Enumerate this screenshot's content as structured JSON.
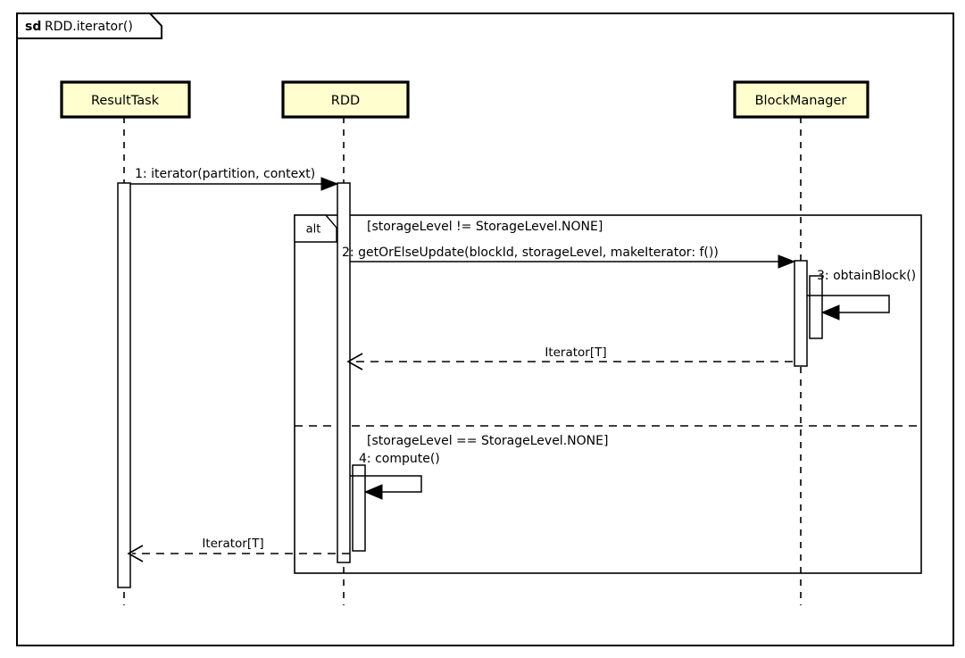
{
  "frame": {
    "keyword": "sd",
    "title": "RDD.iterator()"
  },
  "participants": [
    {
      "id": "resulttask",
      "label": "ResultTask"
    },
    {
      "id": "rdd",
      "label": "RDD"
    },
    {
      "id": "blockmanager",
      "label": "BlockManager"
    }
  ],
  "fragment": {
    "operator": "alt",
    "guards": [
      "[storageLevel != StorageLevel.NONE]",
      "[storageLevel == StorageLevel.NONE]"
    ]
  },
  "messages": [
    {
      "seq": "1",
      "label": "1: iterator(partition, context)",
      "from": "resulttask",
      "to": "rdd",
      "kind": "call"
    },
    {
      "seq": "2",
      "label": "2: getOrElseUpdate(blockId, storageLevel, makeIterator: f())",
      "from": "rdd",
      "to": "blockmanager",
      "kind": "call"
    },
    {
      "seq": "3",
      "label": "3: obtainBlock()",
      "from": "blockmanager",
      "to": "blockmanager",
      "kind": "self-call"
    },
    {
      "seq": "",
      "label": "Iterator[T]",
      "from": "blockmanager",
      "to": "rdd",
      "kind": "return"
    },
    {
      "seq": "4",
      "label": "4: compute()",
      "from": "rdd",
      "to": "rdd",
      "kind": "self-call"
    },
    {
      "seq": "",
      "label": "Iterator[T]",
      "from": "rdd",
      "to": "resulttask",
      "kind": "return"
    }
  ],
  "colors": {
    "participant_fill": "#FEFECE",
    "line": "#000000",
    "background": "#FFFFFF"
  }
}
